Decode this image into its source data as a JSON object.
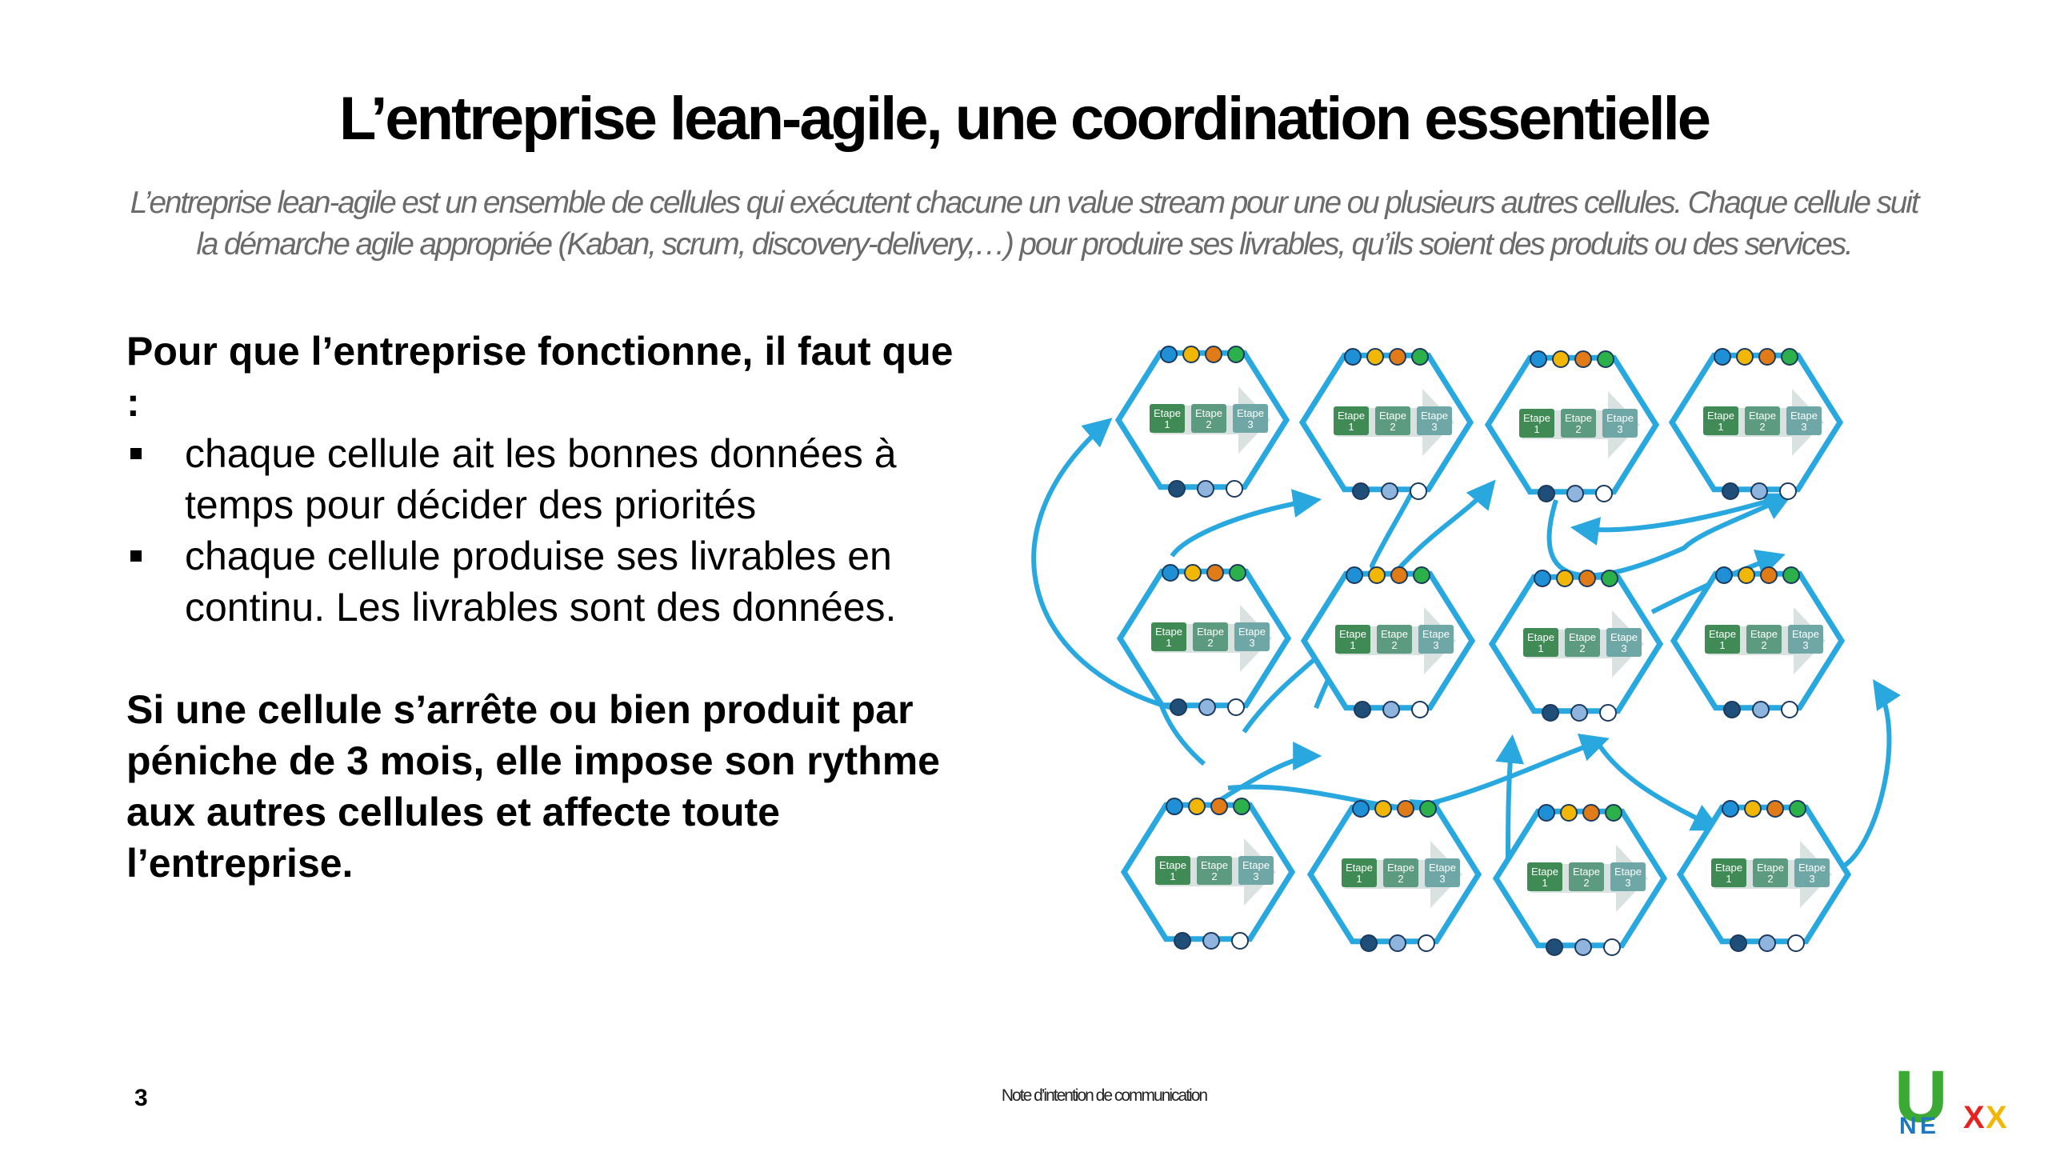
{
  "slide": {
    "title": "L’entreprise lean-agile, une coordination essentielle",
    "subtitle_line1": "L’entreprise lean-agile est un ensemble de cellules qui exécutent chacune un value stream pour une ou plusieurs autres cellules. Chaque cellule suit",
    "subtitle_line2": "la démarche agile appropriée (Kaban, scrum, discovery-delivery,…) pour produire ses livrables, qu’ils soient des produits ou des services.",
    "intro": "Pour que l’entreprise fonctionne, il faut que :",
    "bullets": [
      "chaque cellule ait les bonnes données à temps pour décider des priorités",
      "chaque cellule produise ses livrables en continu. Les livrables sont des données."
    ],
    "conclusion": "Si une cellule s’arrête ou bien produit par péniche de 3 mois, elle impose son rythme aux autres cellules et affecte toute l’entreprise.",
    "page_number": "3",
    "footer_note": "Note d’intention de communication"
  },
  "diagram": {
    "stage_word": "Etape",
    "stage_numbers": [
      "1",
      "2",
      "3"
    ],
    "rows": 3,
    "cols": 4,
    "colors": {
      "hex_outline": "#29a8e0",
      "connector": "#29a8e0",
      "stage1": "#3f8a55",
      "stage2": "#5c9b7f",
      "stage3": "#6ea7a6",
      "top_dots": [
        "#1f8fd6",
        "#f2b705",
        "#e07b17",
        "#2bb04a"
      ],
      "bottom_dots": [
        "#1f4e79",
        "#8fb5de",
        "#ffffff"
      ]
    }
  },
  "logo": {
    "letters": [
      "U",
      "N",
      "E",
      "X",
      "X"
    ],
    "colors": [
      "#3aaa35",
      "#1f77c0",
      "#1f77c0",
      "#e52420",
      "#f2b705"
    ]
  }
}
